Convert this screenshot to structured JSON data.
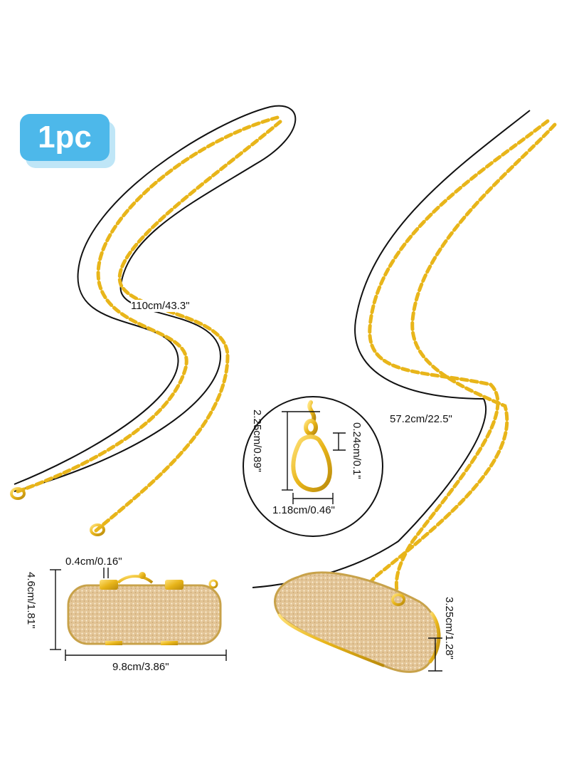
{
  "badge": {
    "text": "1pc",
    "color": "#4db8ea"
  },
  "dimensions": {
    "chain_total": "110cm/43.3\"",
    "chain_drop": "57.2cm/22.5\"",
    "clasp_length": "2.25cm/0.89\"",
    "clasp_thickness": "0.24cm/0.1\"",
    "clasp_width": "1.18cm/0.46\"",
    "hinge_gap": "0.4cm/0.16\"",
    "case_height": "4.6cm/1.81\"",
    "case_width": "9.8cm/3.86\"",
    "case_depth": "3.25cm/1.28\""
  },
  "colors": {
    "gold": "#e8b51a",
    "gold_dark": "#b98a0c",
    "case": "#e6cba0",
    "outline": "#111111"
  }
}
